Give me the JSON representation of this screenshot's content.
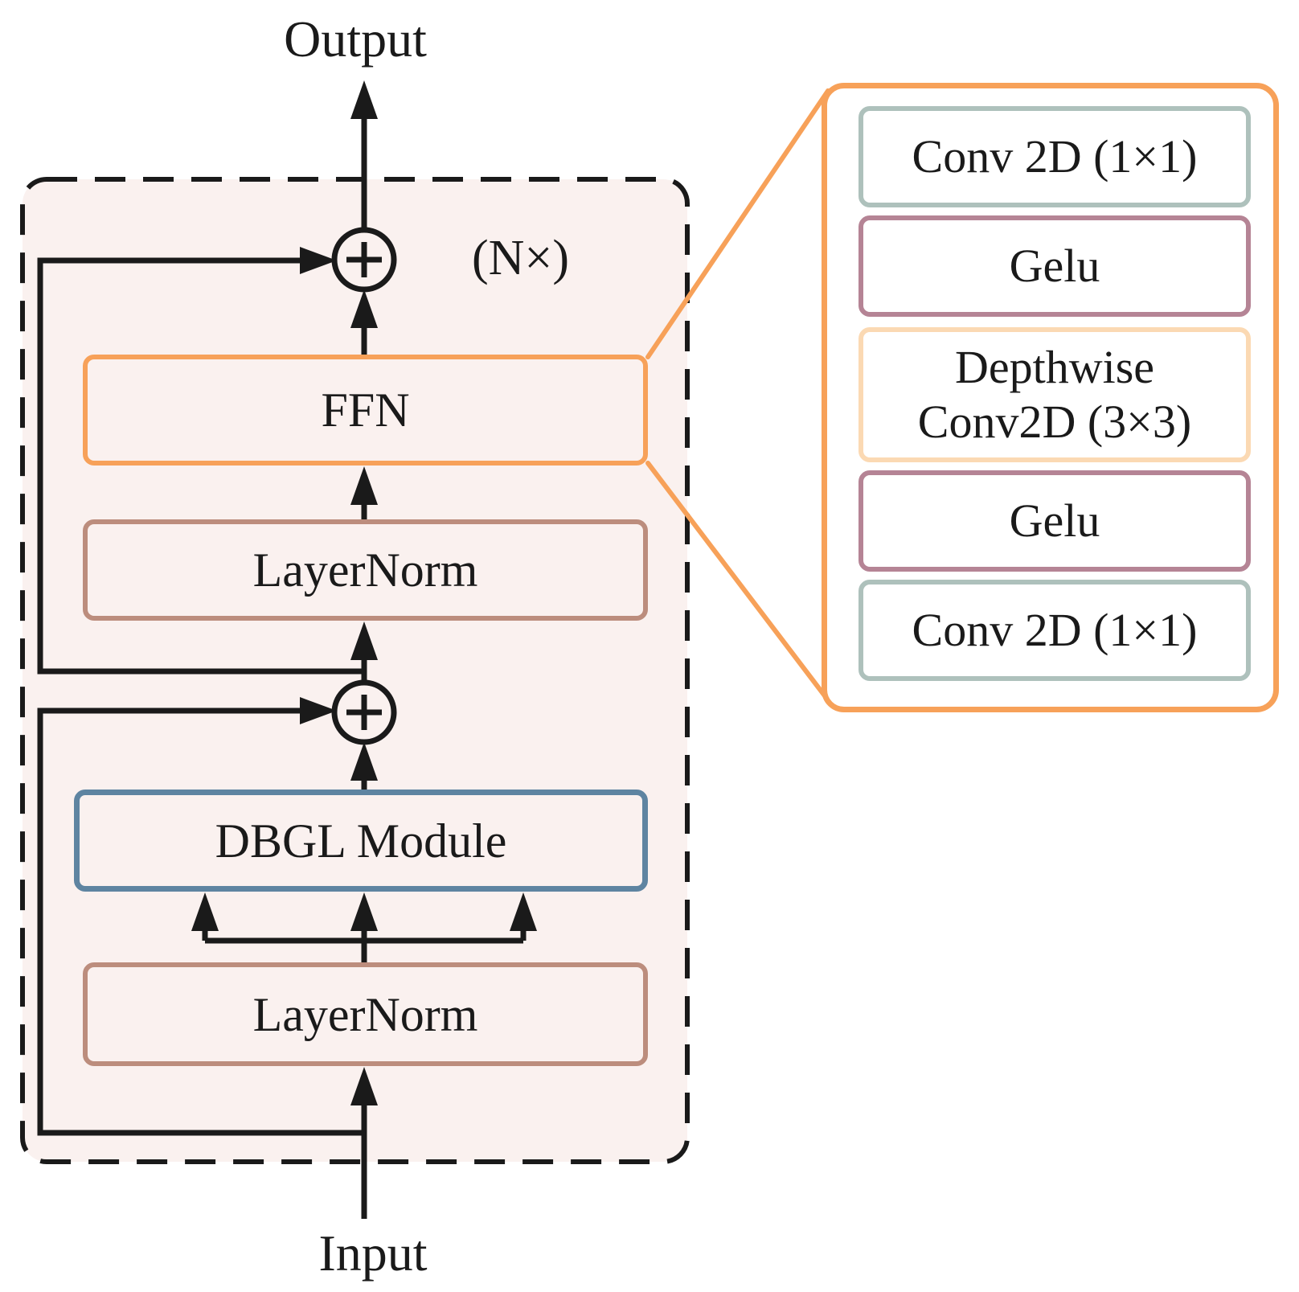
{
  "diagram": {
    "output_label": "Output",
    "input_label": "Input",
    "repeat_label": "(N×)",
    "blocks": {
      "ffn": "FFN",
      "layernorm_top": "LayerNorm",
      "dbgl": "DBGL Module",
      "layernorm_bottom": "LayerNorm"
    },
    "ffn_detail_boxes": [
      {
        "label": "Conv 2D (1×1)"
      },
      {
        "label": "Gelu"
      },
      {
        "line1": "Depthwise",
        "line2": "Conv2D (3×3)"
      },
      {
        "label": "Gelu"
      },
      {
        "label": "Conv 2D (1×1)"
      }
    ]
  },
  "colors": {
    "ink": "#1a1a1a",
    "accent_orange": "#F7A159",
    "block_fill_pink": "#FAF1EF",
    "layernorm_brown": "#BC8D7D",
    "dbgl_blue": "#5E84A1",
    "conv_teal": "#AEC1BC",
    "gelu_mauve": "#B58495",
    "depthwise_peach": "#FBD9B3",
    "panel_fill": "#FFFFFF"
  }
}
